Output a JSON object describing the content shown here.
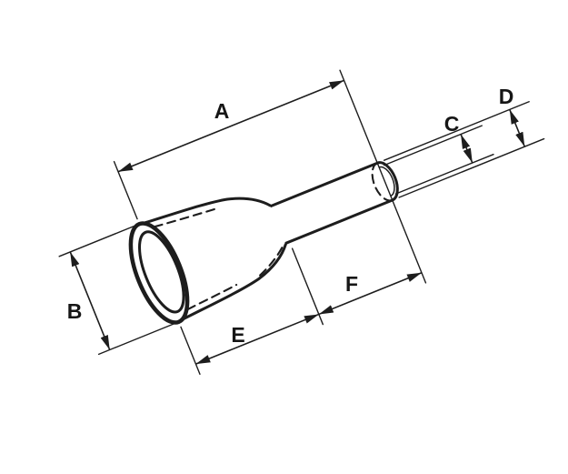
{
  "diagram": {
    "type": "technical-drawing",
    "subject": "insulated-wire-ferrule",
    "colors": {
      "background": "#ffffff",
      "ink": "#1d1d1d"
    },
    "labels": {
      "a": "A",
      "b": "B",
      "c": "C",
      "d": "D",
      "e": "E",
      "f": "F"
    }
  }
}
